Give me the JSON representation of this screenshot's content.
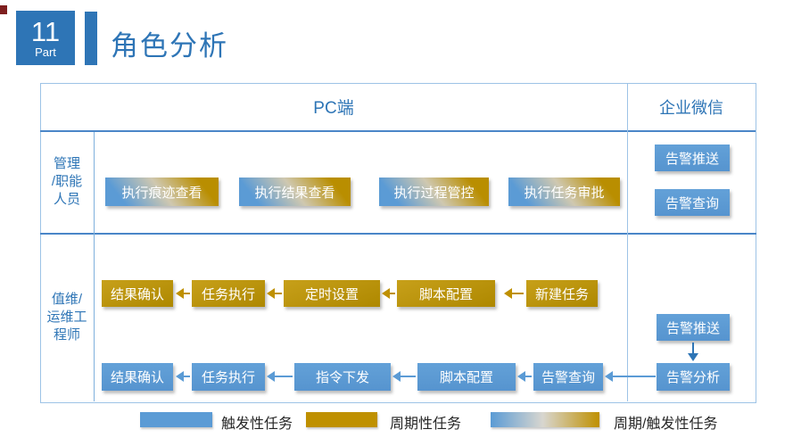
{
  "header": {
    "part_number": "11",
    "part_label": "Part",
    "title": "角色分析"
  },
  "table": {
    "pc_header": "PC端",
    "wechat_header": "企业微信",
    "row1_label": "管理\n/职能\n人员",
    "row2_label": "值维/\n运维工\n程师"
  },
  "row1": {
    "pc_buttons": [
      "执行痕迹查看",
      "执行结果查看",
      "执行过程管控",
      "执行任务审批"
    ],
    "wechat_buttons": [
      "告警推送",
      "告警查询"
    ]
  },
  "row2": {
    "gold_flow": [
      "结果确认",
      "任务执行",
      "定时设置",
      "脚本配置",
      "新建任务"
    ],
    "blue_flow": [
      "结果确认",
      "任务执行",
      "指令下发",
      "脚本配置",
      "告警查询"
    ],
    "wechat_push": "告警推送",
    "wechat_analysis": "告警分析"
  },
  "legend": {
    "trigger": "触发性任务",
    "periodic": "周期性任务",
    "mixed": "周期/触发性任务"
  },
  "colors": {
    "blue": "#5B9BD5",
    "gold": "#BF9000",
    "accent_blue": "#2E75B6",
    "border_light": "#9DC3E6"
  }
}
